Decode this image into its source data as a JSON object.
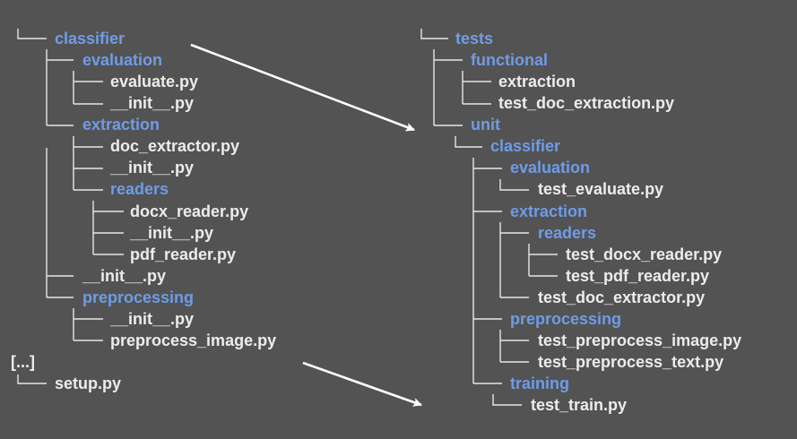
{
  "colors": {
    "background": "#535353",
    "folder": "#6f9ce6",
    "file": "#ececec",
    "connector": "#e6e6e6",
    "arrow": "#ffffff"
  },
  "left_tree": {
    "classifier": "classifier",
    "evaluation": "evaluation",
    "evaluate_py": "evaluate.py",
    "eval_init": "__init__.py",
    "extraction": "extraction",
    "doc_extractor": "doc_extractor.py",
    "extr_init": "__init__.py",
    "readers": "readers",
    "docx_reader": "docx_reader.py",
    "readers_init": "__init__.py",
    "pdf_reader": "pdf_reader.py",
    "classifier_init": "__init__.py",
    "preprocessing": "preprocessing",
    "prep_init": "__init__.py",
    "preprocess_image": "preprocess_image.py",
    "ellipsis": "[...]",
    "setup": "setup.py"
  },
  "right_tree": {
    "tests": "tests",
    "functional": "functional",
    "func_extraction": "extraction",
    "test_doc_extraction": "test_doc_extraction.py",
    "unit": "unit",
    "classifier": "classifier",
    "evaluation": "evaluation",
    "test_evaluate": "test_evaluate.py",
    "extraction": "extraction",
    "readers": "readers",
    "test_docx_reader": "test_docx_reader.py",
    "test_pdf_reader": "test_pdf_reader.py",
    "test_doc_extractor": "test_doc_extractor.py",
    "preprocessing": "preprocessing",
    "test_preprocess_image": "test_preprocess_image.py",
    "test_preprocess_text": "test_preprocess_text.py",
    "training": "training",
    "test_train": "test_train.py"
  }
}
